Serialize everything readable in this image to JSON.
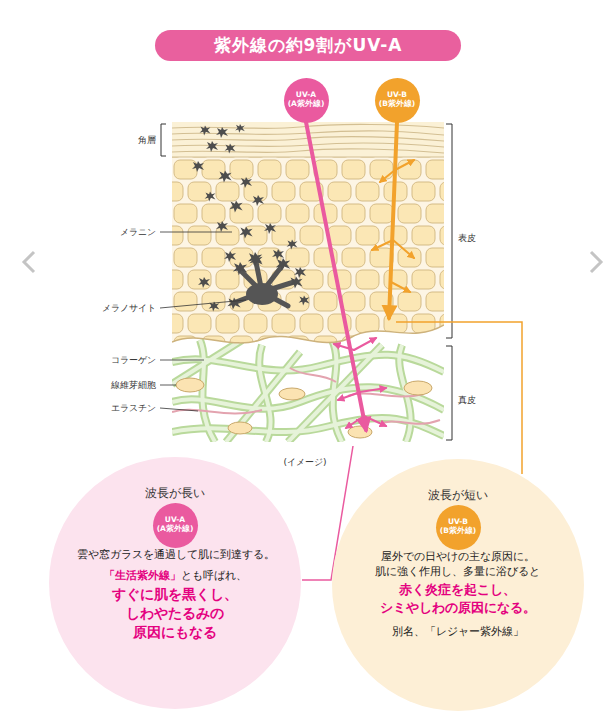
{
  "diagram": {
    "title": "紫外線の約9割がUV-A",
    "nodes": [
      {
        "text": [
          "UV-A (A紫外線)"
        ]
      },
      {
        "text": [
          "UV-B (B紫外線)"
        ]
      },
      {
        "text": [
          "波長が長い",
          "雲や窓ガラスを通過して肌に到達する。",
          "「生活紫外線」",
          "とも呼ばれ、",
          "すぐに肌を黒くし、 しわやたるみの 原因にもなる"
        ]
      },
      {
        "text": [
          "UV-A (A紫外線)"
        ],
        "in": 2
      },
      {
        "text": [
          "波長が短い",
          "屋外での日やけの主な原因に。 肌に強く作用し、多量に浴びると",
          "赤く炎症を起こし、 シミやしわの原因になる。",
          "別名、「レジャー紫外線」"
        ]
      },
      {
        "text": [
          "UV-B (B紫外線)"
        ],
        "in": 4
      }
    ],
    "labels": [
      "角層",
      "メラニン",
      "メラノサイト",
      "コラーゲン",
      "線維芽細胞",
      "エラスチン",
      "表皮",
      "真皮",
      "(イメージ)"
    ]
  }
}
